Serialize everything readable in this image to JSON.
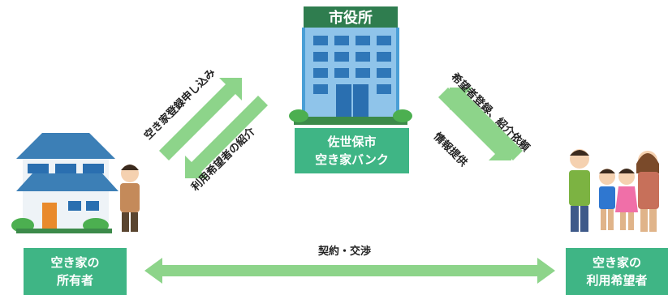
{
  "city_hall": {
    "sign": "市役所"
  },
  "akiya_bank": {
    "line1": "佐世保市",
    "line2": "空き家バンク"
  },
  "owner": {
    "line1": "空き家の",
    "line2": "所有者"
  },
  "user": {
    "line1": "空き家の",
    "line2": "利用希望者"
  },
  "flows": {
    "owner_to_city": "空き家登録申し込み",
    "city_to_owner": "利用希望者の紹介",
    "user_to_city": "希望者登録、紹介依頼",
    "city_to_user": "情報提供",
    "owner_user": "契約・交渉"
  },
  "colors": {
    "accent": "#3fb585",
    "arrow": "#8dd48a",
    "building": "#3a8fc8"
  }
}
